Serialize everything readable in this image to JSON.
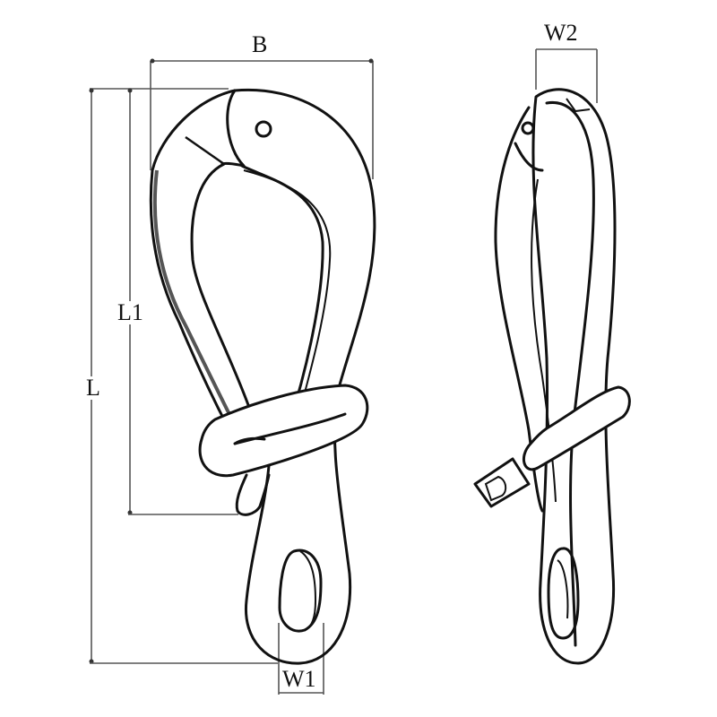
{
  "diagram": {
    "type": "technical-drawing",
    "subject": "pelican snap hook",
    "views": [
      {
        "name": "front-view",
        "description": "Front view of snap hook with hinged gate, sliding ring and eye at bottom"
      },
      {
        "name": "side-view",
        "description": "Side view of snap hook showing thickness and ring"
      }
    ],
    "dimensions": {
      "B": "B",
      "W2": "W2",
      "L1": "L1",
      "L": "L",
      "W1": "W1"
    },
    "dimension_meanings": {
      "B": "overall width of front view",
      "W2": "thickness in side view",
      "L1": "length from top to end of gate",
      "L": "overall length",
      "W1": "width of eye opening"
    },
    "colors": {
      "line": "#111111",
      "dimension_line": "#555555",
      "background": "#ffffff"
    }
  }
}
